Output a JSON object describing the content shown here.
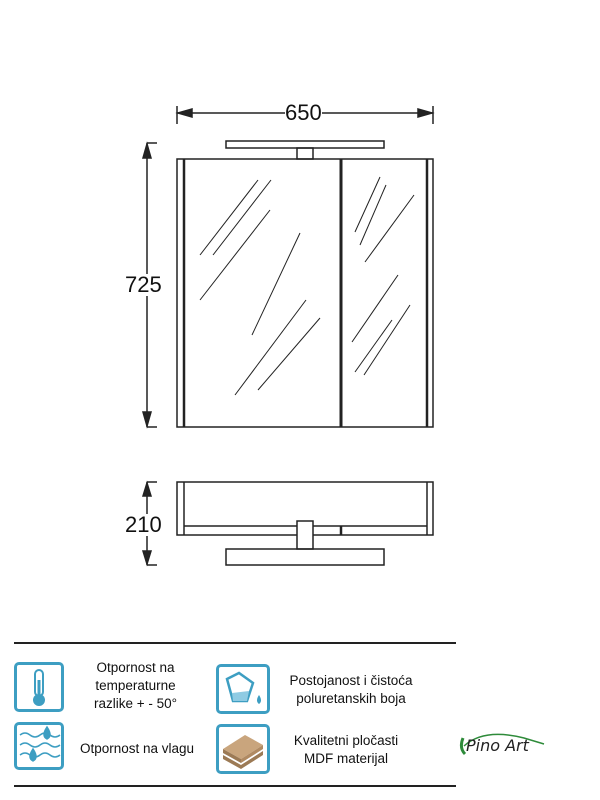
{
  "dimensions": {
    "width": "650",
    "height": "725",
    "depth": "210"
  },
  "features": [
    {
      "icon": "thermometer-icon",
      "label_lines": [
        "Otpornost na",
        "temperaturne",
        "razlike + - 50°"
      ]
    },
    {
      "icon": "paint-bucket-icon",
      "label_lines": [
        "Postojanost i čistoća",
        "poluretanskih boja"
      ]
    },
    {
      "icon": "water-drops-icon",
      "label_lines": [
        "Otpornost na vlagu"
      ]
    },
    {
      "icon": "mdf-boards-icon",
      "label_lines": [
        "Kvalitetni pločasti",
        "MDF materijal"
      ]
    }
  ],
  "brand": {
    "name": "Pino Art",
    "color": "#2e8b3a"
  },
  "accent": "#3d9ec2"
}
